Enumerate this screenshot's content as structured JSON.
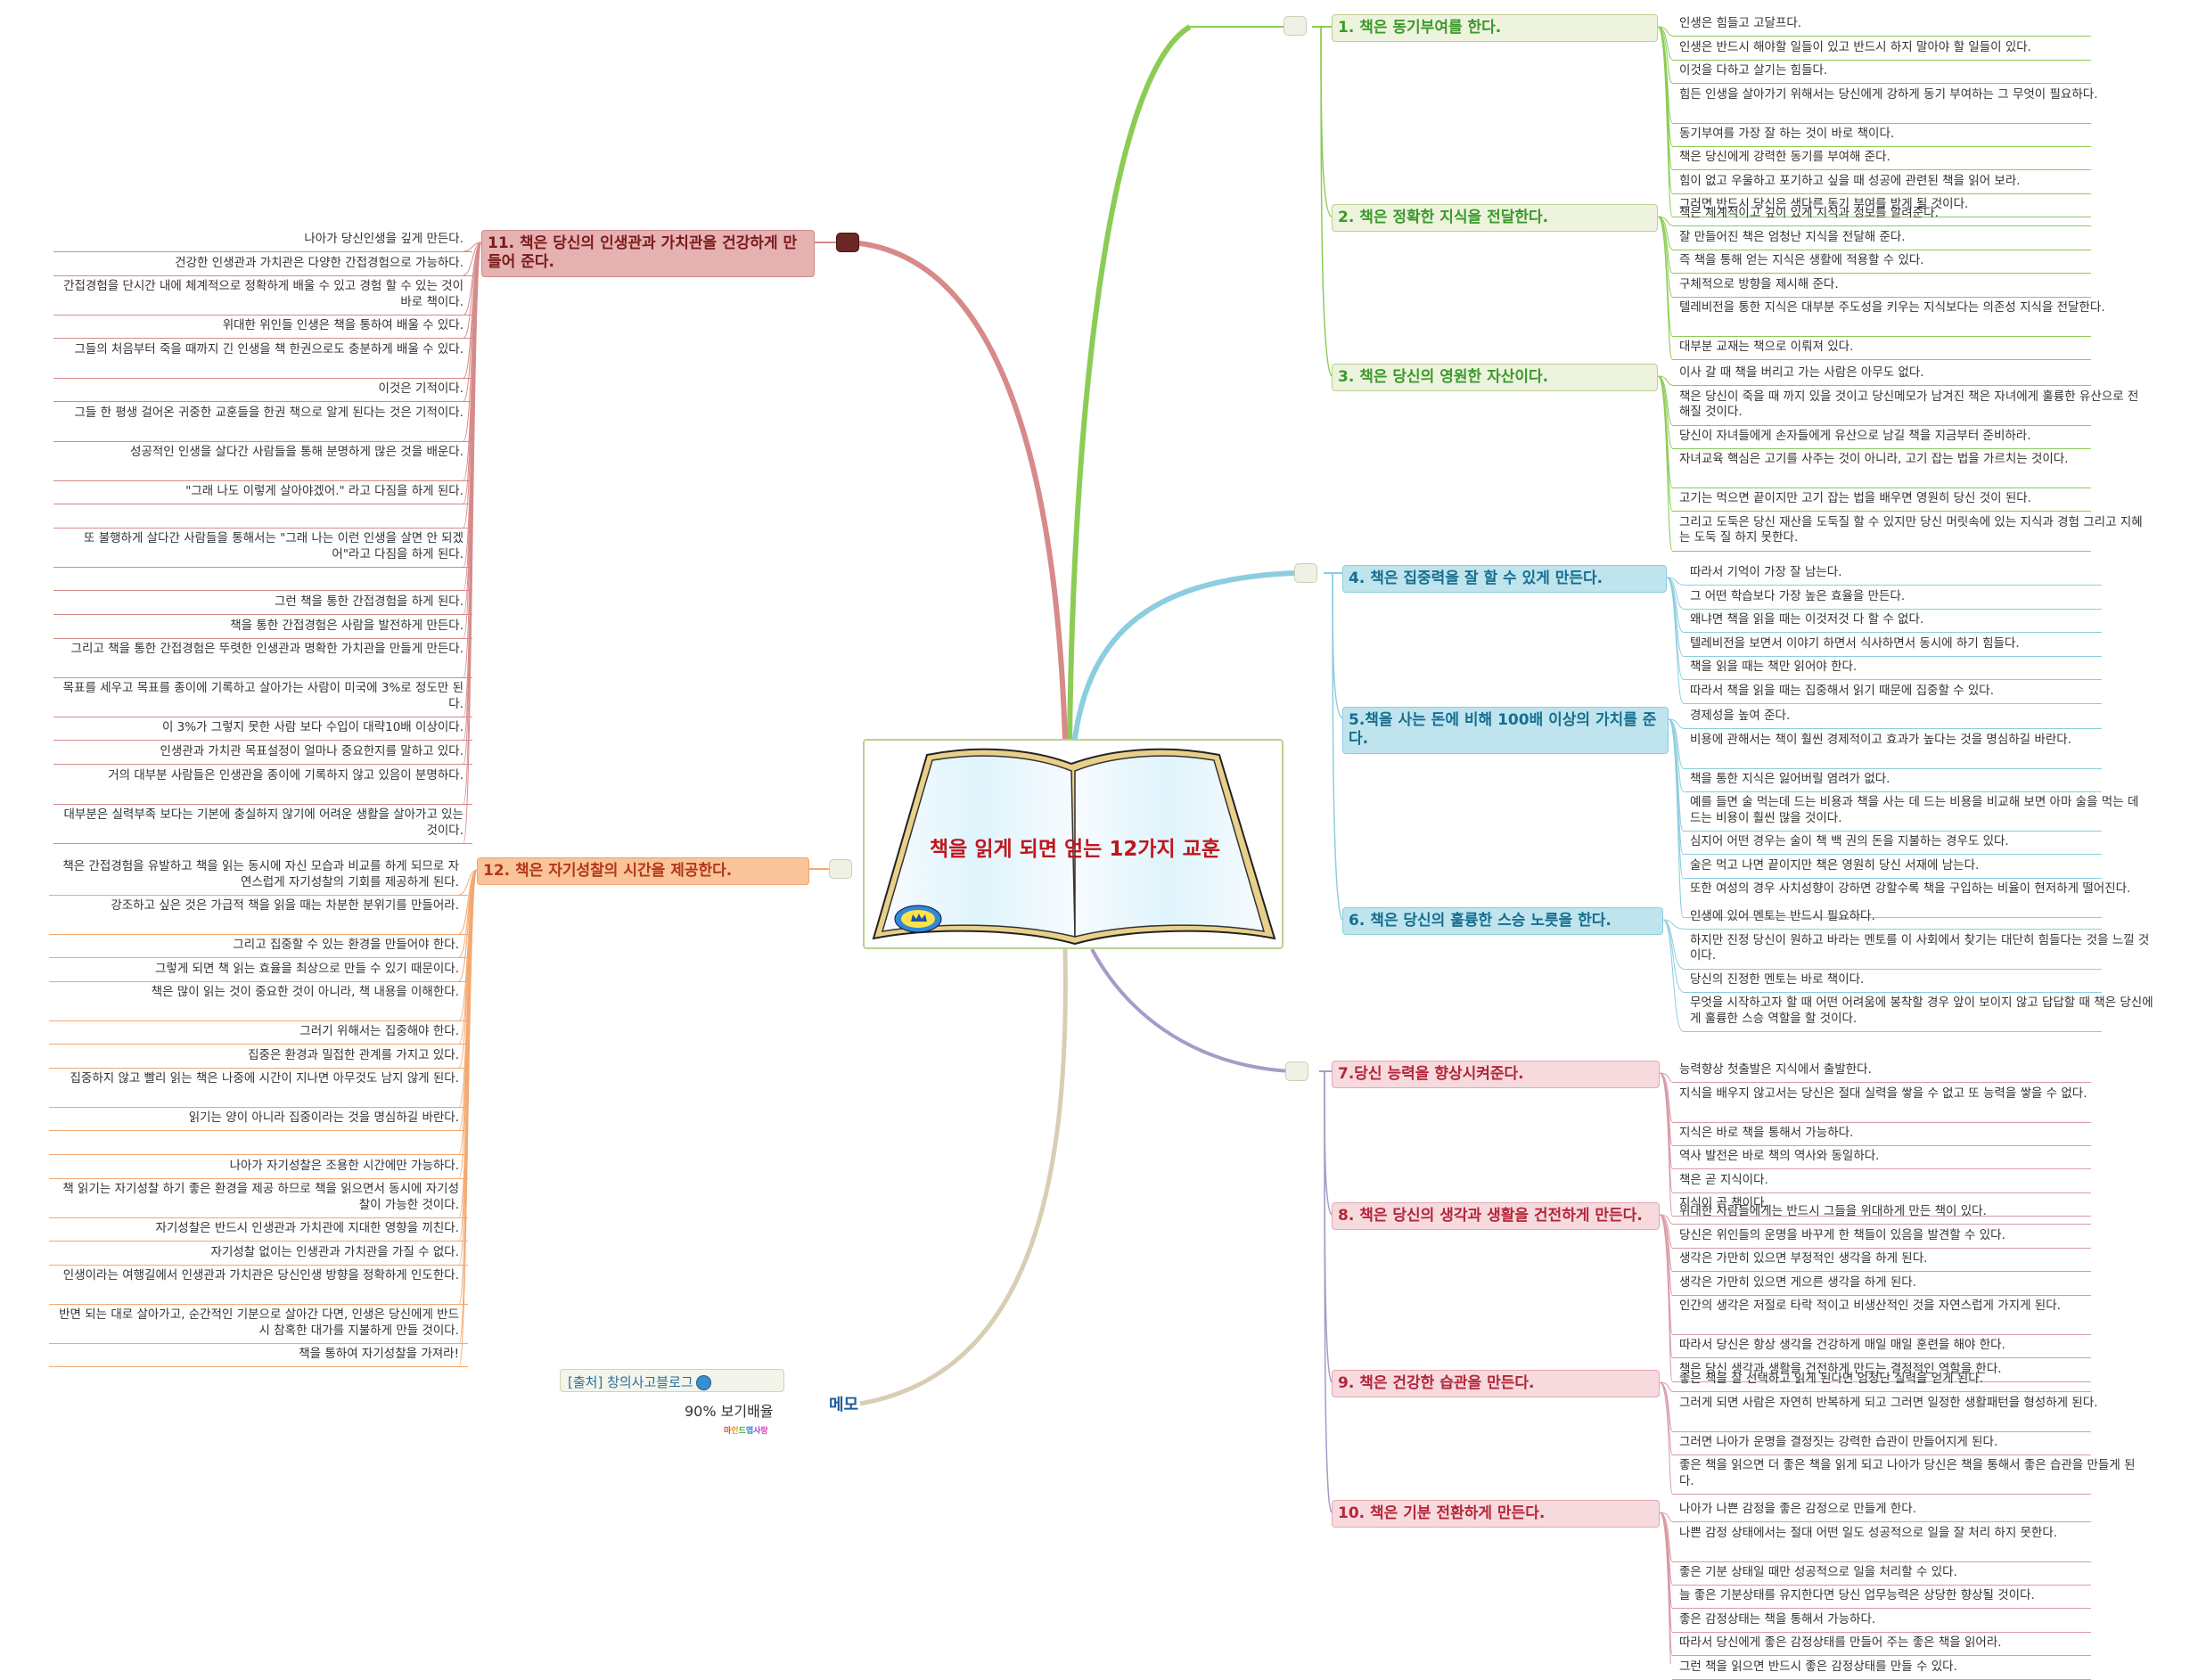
{
  "center": {
    "title": "책을 읽게 되면 얻는 12가지 교훈"
  },
  "memo": {
    "title": "메모",
    "source": "[출처] 창의사고블로그",
    "zoom": "90% 보기배율",
    "logo": [
      "마",
      "인",
      "드",
      "맵",
      "사",
      "랑"
    ]
  },
  "colors": {
    "green": "#8ccc55",
    "blue": "#8ccde0",
    "purple": "#a89ac8",
    "pink": "#d99aa6",
    "red": "#d78a8a",
    "orange": "#f3a870",
    "tan": "#d8ceb2"
  },
  "topics": [
    {
      "label": "1. 책은 동기부여를 한다.",
      "side": "right",
      "color": "green",
      "leaves": [
        "인생은 힘들고 고달프다.",
        "인생은 반드시 해야할 일들이 있고 반드시 하지 말아야 할 일들이 있다.",
        "이것을 다하고 살기는 힘들다.",
        "힘든 인생을 살아가기 위해서는 당신에게 강하게 동기 부여하는 그 무엇이 필요하다.",
        "동기부여를 가장 잘 하는 것이 바로 책이다.",
        "책은 당신에게 강력한 동기를 부여해 준다.",
        "힘이 없고 우울하고 포기하고 싶을 때 성공에 관련된 책을 읽어 보라.",
        "그러면 반드시 당신은 색다른 동기 부여를 받게 될 것이다."
      ]
    },
    {
      "label": "2. 책은 정확한 지식을 전달한다.",
      "side": "right",
      "color": "green",
      "leaves": [
        "책은 체계적이고 깊이 있게 지식과 정보를 알려준다.",
        "잘 만들어진 책은 엄청난 지식을 전달해 준다.",
        "즉 책을 통해 얻는 지식은 생활에 적용할 수 있다.",
        "구체적으로 방향을 제시해 준다.",
        "텔레비전을 통한 지식은 대부분 주도성을 키우는 지식보다는 의존성 지식을 전달한다.",
        "대부분 교재는 책으로 이뤄져 있다."
      ]
    },
    {
      "label": "3. 책은 당신의 영원한 자산이다.",
      "side": "right",
      "color": "green",
      "leaves": [
        "이사 갈 때 책을 버리고 가는 사람은 아무도 없다.",
        "책은 당신이 죽을 때 까지 있을 것이고 당신메모가 남겨진 책은 자녀에게 훌륭한 유산으로 전해질 것이다.",
        "당신이 자녀들에게 손자들에게 유산으로 남길 책을 지금부터 준비하라.",
        "자녀교육 핵심은 고기를 사주는 것이 아니라, 고기 잡는 법을 가르치는 것이다.",
        "고기는 먹으면 끝이지만 고기 잡는 법을 배우면 영원히 당신 것이 된다.",
        "그리고 도둑은 당신 재산을 도둑질 할 수 있지만 당신 머릿속에 있는 지식과 경험 그리고 지혜는 도둑 질 하지 못한다."
      ]
    },
    {
      "label": "4. 책은 집중력을 잘 할 수 있게 만든다.",
      "side": "right",
      "color": "blue",
      "leaves": [
        "따라서 기억이 가장 잘 남는다.",
        "그 어떤 학습보다 가장 높은 효율을 만든다.",
        "왜냐면 책을 읽을 때는 이것저것 다 할 수 없다.",
        "텔레비전을 보면서 이야기 하면서 식사하면서 동시에 하기 힘들다.",
        "책을 읽을 때는 책만 읽어야 한다.",
        "따라서 책을 읽을 때는 집중해서 읽기 때문에 집중할 수 있다."
      ]
    },
    {
      "label": "5.책을 사는 돈에 비해 100배 이상의 가치를 준다.",
      "side": "right",
      "color": "blue",
      "leaves": [
        "경제성을 높여 준다.",
        "비용에 관해서는 책이 훨씬 경제적이고 효과가 높다는 것을 명심하길 바란다.",
        "책을 통한 지식은 잃어버릴 염려가 없다.",
        "예를 들면 술 먹는데 드는 비용과 책을 사는 데 드는 비용을 비교해 보면 아마 술을 먹는 데 드는 비용이 훨씬 많을 것이다.",
        "심지어 어떤 경우는 술이 책 백 권의 돈을 지불하는 경우도 있다.",
        "술은 먹고 나면 끝이지만 책은 영원히 당신 서재에 남는다.",
        "또한 여성의 경우 사치성향이 강하면 강할수록 책을 구입하는 비율이 현저하게 떨어진다."
      ]
    },
    {
      "label": "6. 책은 당신의 훌륭한 스승 노릇을 한다.",
      "side": "right",
      "color": "blue",
      "leaves": [
        "인생에 있어 멘토는 반드시 필요하다.",
        "하지만 진정 당신이 원하고 바라는 멘토를 이 사회에서 찾기는 대단히 힘들다는 것을 느낄 것이다.",
        "당신의 진정한 멘토는 바로 책이다.",
        "무엇을 시작하고자 할 때 어떤 어려움에 봉착할 경우 앞이 보이지 않고 답답할 때 책은 당신에게 훌륭한 스승 역할을 할 것이다."
      ]
    },
    {
      "label": "7.당신 능력을 향상시켜준다.",
      "side": "right",
      "color": "pink",
      "leaves": [
        "능력향상 첫출발은 지식에서 출발한다.",
        "지식을 배우지 않고서는 당신은 절대 실력을 쌓을 수 없고 또 능력을 쌓을 수 없다.",
        "지식은 바로 책을 통해서 가능하다.",
        "역사 발전은 바로 책의 역사와 동일하다.",
        "책은 곧 지식이다.",
        "지식이 곧 책이다."
      ]
    },
    {
      "label": "8. 책은 당신의 생각과 생활을 건전하게 만든다.",
      "side": "right",
      "color": "pink",
      "leaves": [
        "위대한 사람들에게는 반드시 그들을 위대하게 만든 책이 있다.",
        "당신은 위인들의 운명을 바꾸게 한 책들이 있음을 발견할 수 있다.",
        "생각은 가만히 있으면 부정적인 생각을 하게 된다.",
        "생각은 가만히 있으면 게으른 생각을 하게 된다.",
        "인간의 생각은 저절로 타락 적이고 비생산적인 것을 자연스럽게 가지게 된다.",
        "따라서 당신은 항상 생각을 건강하게 매일 매일 훈련을 해야 한다.",
        "책은 당신 생각과 생활을 건전하게 만드는 결정적인 역할을 한다."
      ]
    },
    {
      "label": "9. 책은 건강한 습관을 만든다.",
      "side": "right",
      "color": "pink",
      "leaves": [
        "좋은 책을 잘 선택하고 읽게 된다면 엄청난 실력을 얻게 된다.",
        "그러게 되면 사람은 자연히 반복하게 되고 그러면 일정한 생활패턴을 형성하게 된다.",
        "그러면 나아가 운명을 결정짓는 강력한 습관이 만들어지게 된다.",
        "좋은 책을 읽으면 더 좋은 책을 읽게 되고 나아가 당신은 책을 통해서 좋은 습관을 만들게 된다."
      ]
    },
    {
      "label": "10. 책은 기분 전환하게 만든다.",
      "side": "right",
      "color": "pink",
      "leaves": [
        "나아가 나쁜 감정을 좋은 감정으로 만들게 한다.",
        "나쁜 감정 상태에서는 절대 어떤 일도 성공적으로 일을 잘 처리 하지 못한다.",
        "좋은 기분 상태일 때만 성공적으로 일을 처리할 수 있다.",
        "늘 좋은 기분상태를 유지한다면 당신 업무능력은 상당한 향상될 것이다.",
        "좋은 감정상태는 책을 통해서 가능하다.",
        "따라서 당신에게 좋은 감정상태를 만들어 주는 좋은 책을 읽어라.",
        "그런 책을 읽으면 반드시 좋은 감정상태를 만들 수 있다."
      ]
    },
    {
      "label": "11. 책은 당신의 인생관과 가치관을 건강하게 만들어 준다.",
      "side": "left",
      "color": "red",
      "leaves": [
        "나아가 당신인생을 깊게 만든다.",
        "건강한 인생관과 가치관은 다양한 간접경험으로 가능하다.",
        "간접경험을 단시간 내에 체계적으로 정확하게 배울 수 있고 경험 할 수 있는 것이 바로 책이다.",
        "위대한 위인들 인생은 책을 통하여 배울 수 있다.",
        "그들의 처음부터 죽을 때까지 긴 인생을 책 한권으로도 충분하게 배울 수 있다.",
        "이것은 기적이다.",
        "그들 한 평생 걸어온 귀중한 교훈들을 한권 책으로 알게 된다는 것은 기적이다.",
        "성공적인 인생을 살다간 사람들을 통해 분명하게 많은 것을 배운다.",
        "\"그래 나도 이렇게 살아야겠어.\" 라고 다짐을 하게 된다.",
        "",
        "또 불행하게 살다간 사람들을 통해서는 \"그래 나는 이런 인생을 살면 안 되겠어\"라고 다짐을 하게 된다.",
        "",
        "그런 책을 통한 간접경험을 하게 된다.",
        "책을 통한 간접경험은 사람을 발전하게 만든다.",
        "그리고 책을 통한 간접경험은 뚜렷한 인생관과 명확한 가치관을 만들게 만든다.",
        "목표를 세우고 목표를 종이에 기록하고 살아가는 사람이 미국에 3%로 정도만 된다.",
        "이 3%가 그렇지 못한 사람 보다 수입이 대략10배 이상이다.",
        "인생관과 가치관 목표설정이 얼마나 중요한지를 말하고 있다.",
        "거의 대부분 사람들은 인생관을 종이에 기록하지 않고 있음이 분명하다.",
        "대부분은 실력부족 보다는 기본에 충실하지 않기에 어려운 생활을 살아가고 있는 것이다."
      ]
    },
    {
      "label": "12. 책은 자기성찰의 시간을 제공한다.",
      "side": "left",
      "color": "orange",
      "leaves": [
        "책은 간접경험을 유발하고 책을 읽는 동시에 자신 모습과 비교를 하게 되므로 자연스럽게 자기성찰의 기회를 제공하게 된다.",
        "강조하고 싶은 것은 가급적 책을 읽을 때는 차분한 분위기를 만들어라.",
        "그리고 집중할 수 있는 환경을 만들어야 한다.",
        "그렇게 되면 책 읽는 효율을 최상으로 만들 수 있기 때문이다.",
        "책은 많이 읽는 것이 중요한 것이 아니라, 책 내용을 이해한다.",
        "그러기 위해서는 집중해야 한다.",
        "집중은 환경과 밀접한 관계를 가지고 있다.",
        "집중하지 않고 빨리 읽는 책은 나중에 시간이 지나면 아무것도 남지 않게 된다.",
        "읽기는 양이 아니라 집중이라는 것을 명심하길 바란다.",
        "",
        "나아가 자기성찰은 조용한 시간에만 가능하다.",
        "책 읽기는 자기성찰 하기 좋은 환경을 제공 하므로 책을 읽으면서 동시에 자기성찰이 가능한 것이다.",
        "자기성찰은 반드시 인생관과 가치관에 지대한 영향을 끼친다.",
        "자기성찰 없이는 인생관과 가치관을 가질 수 없다.",
        "인생이라는 여행길에서 인생관과 가치관은 당신인생 방향을 정확하게 인도한다.",
        "반면 되는 대로 살아가고, 순간적인 기분으로 살아간 다면, 인생은 당신에게 반드시 참혹한 대가를 지불하게 만들 것이다.",
        "책을 통하여 자기성찰을 가져라!"
      ]
    }
  ]
}
